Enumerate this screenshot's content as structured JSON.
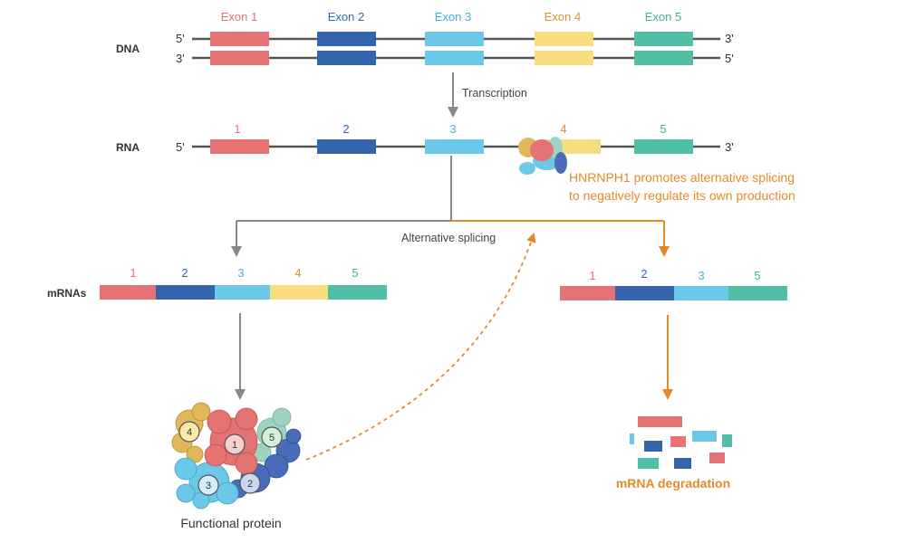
{
  "colors": {
    "exon1": "#E57373",
    "exon2": "#3464AC",
    "exon3": "#6CC8E8",
    "exon4": "#F8DC80",
    "exon5": "#50BFA5",
    "exon4_label": "#D4962B",
    "strand": "#555555",
    "neutral_arrow": "#888888",
    "accent": "#E28A2B"
  },
  "dna": {
    "row_label": "DNA",
    "top_left": "5'",
    "top_right": "3'",
    "bottom_left": "3'",
    "bottom_right": "5'",
    "exons": [
      "Exon 1",
      "Exon 2",
      "Exon 3",
      "Exon 4",
      "Exon 5"
    ]
  },
  "transcription": {
    "label": "Transcription"
  },
  "rna": {
    "row_label": "RNA",
    "left_end": "5'",
    "right_end": "3'",
    "exons": [
      "1",
      "2",
      "3",
      "4",
      "5"
    ]
  },
  "regulation_note": {
    "line1": "HNRNPH1 promotes alternative splicing",
    "line2": "to negatively regulate its own production"
  },
  "splicing": {
    "label": "Alternative splicing"
  },
  "mrna_full": {
    "row_label": "mRNAs",
    "exons": [
      "1",
      "2",
      "3",
      "4",
      "5"
    ]
  },
  "mrna_skipped": {
    "exons": [
      "1",
      "2",
      "3",
      "5"
    ]
  },
  "protein": {
    "caption": "Functional protein",
    "domains": [
      "4",
      "1",
      "5",
      "3",
      "2"
    ]
  },
  "degradation": {
    "caption": "mRNA degradation"
  }
}
